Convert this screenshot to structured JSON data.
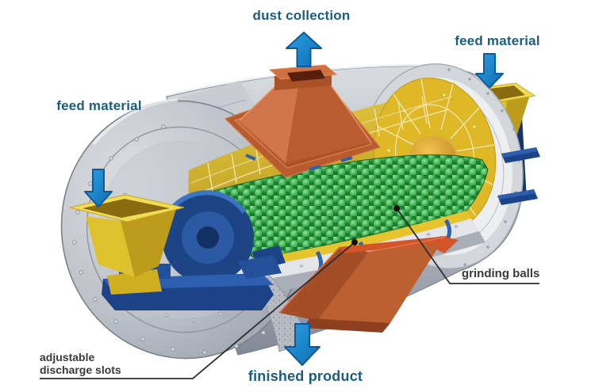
{
  "labels": {
    "dust_collection": "dust collection",
    "feed_material_left": "feed material",
    "feed_material_right": "feed material",
    "finished_product": "finished product",
    "grinding_balls": "grinding balls",
    "adjustable_discharge_slots": "adjustable\ndischarge slots"
  },
  "arrows": [
    {
      "name": "dust-collection-arrow",
      "direction": "up"
    },
    {
      "name": "feed-material-left-arrow",
      "direction": "down"
    },
    {
      "name": "feed-material-right-arrow",
      "direction": "down"
    },
    {
      "name": "finished-product-arrow",
      "direction": "down"
    }
  ],
  "callouts": [
    {
      "label": "grinding balls",
      "target": "grinding-balls-pile"
    },
    {
      "label": "adjustable discharge slots",
      "target": "discharge-slots-area"
    }
  ],
  "parts": [
    "mill-shell",
    "left-end-cap",
    "right-end-liner-disc",
    "grinding-balls-pile",
    "dust-collection-hood",
    "discharge-hopper",
    "feed-hopper-left",
    "feed-hopper-right",
    "bearing-pedestal",
    "support-brackets",
    "liner-plates"
  ],
  "colors": {
    "background": "#ffffff",
    "label_blue": "#1a5d80",
    "callout_text_gray": "#3a3a3a",
    "leader_line": "#2e2e2e",
    "arrow_fill": "#1787cd",
    "arrow_border": "#0d5a99",
    "mill_gray": "#b9bec7",
    "liner_yellow": "#e2c02e",
    "hood_orange": "#c26334",
    "balls_green": "#2f9e41",
    "structure_navy": "#1c4388",
    "feed_hopper_yellow": "#e0c02c"
  }
}
